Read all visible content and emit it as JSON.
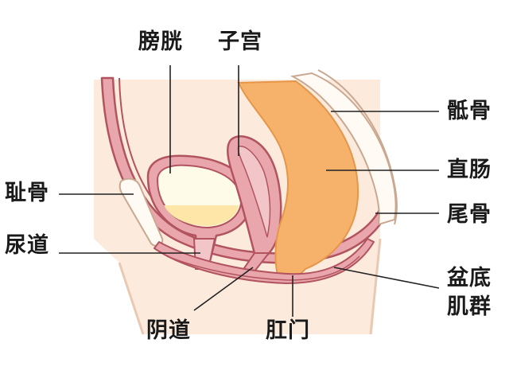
{
  "labels": {
    "bladder": "膀胱",
    "uterus": "子宫",
    "sacrum": "骶骨",
    "rectum": "直肠",
    "pubic_bone": "耻骨",
    "urethra": "尿道",
    "coccyx": "尾骨",
    "pelvic_floor_line1": "盆底",
    "pelvic_floor_line2": "肌群",
    "vagina": "阴道",
    "anus": "肛门"
  },
  "colors": {
    "background": "#ffffff",
    "body_fill": "#fcebdc",
    "body_edge": "#e9c9b3",
    "pink_tissue": "#e9a7ad",
    "pink_outline": "#b2545f",
    "pink_inner": "#f2c6c9",
    "bladder_fill": "#fffbe9",
    "urine": "#fde6a8",
    "rectum_fill": "#f6b16a",
    "bone_fill": "#fffaf3",
    "line": "#222222"
  }
}
